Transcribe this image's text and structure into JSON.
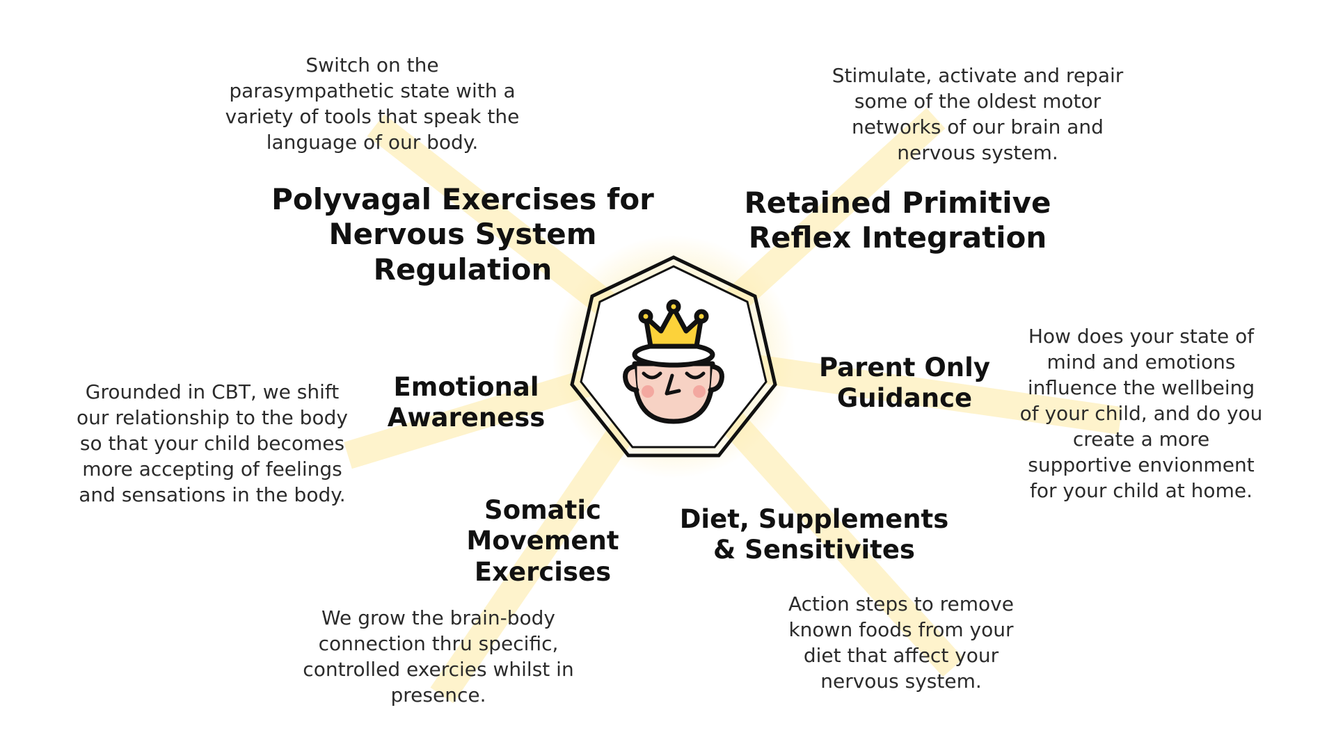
{
  "colors": {
    "ray": "#fde9a2",
    "glow": "#fde9a2",
    "hexagon_stroke": "#111111",
    "crown": "#fcd23a",
    "face": "#f7d2c4",
    "cheek": "#f3a8a0"
  },
  "center_icon": "crowned-head-icon",
  "items": {
    "polyvagal": {
      "title": [
        "Polyvagal Exercises for",
        "Nervous System",
        "Regulation"
      ],
      "description": [
        "Switch on the",
        "parasympathetic state with a",
        "variety of tools that speak the",
        "language of our body."
      ]
    },
    "reflex": {
      "title": [
        "Retained Primitive",
        "Reflex Integration"
      ],
      "description": [
        "Stimulate, activate and repair",
        "some of the oldest motor",
        "networks of our brain and",
        "nervous system."
      ]
    },
    "parent": {
      "title": [
        "Parent Only",
        "Guidance"
      ],
      "description": [
        "How does your state of",
        "mind and emotions",
        "influence the wellbeing",
        "of your child, and do you",
        "create a more",
        "supportive envionment",
        "for your child at home."
      ]
    },
    "diet": {
      "title": [
        "Diet, Supplements",
        "& Sensitivites"
      ],
      "description": [
        "Action steps to remove",
        "known foods from your",
        "diet that affect your",
        "nervous system."
      ]
    },
    "somatic": {
      "title": [
        "Somatic",
        "Movement",
        "Exercises"
      ],
      "description": [
        "We grow the brain-body",
        "connection thru specific,",
        "controlled exercies whilst in",
        "presence."
      ]
    },
    "emotional": {
      "title": [
        "Emotional",
        "Awareness"
      ],
      "description": [
        "Grounded in CBT, we shift",
        "our relationship to the body",
        "so that your child becomes",
        "more accepting of feelings",
        "and sensations in the body."
      ]
    }
  }
}
